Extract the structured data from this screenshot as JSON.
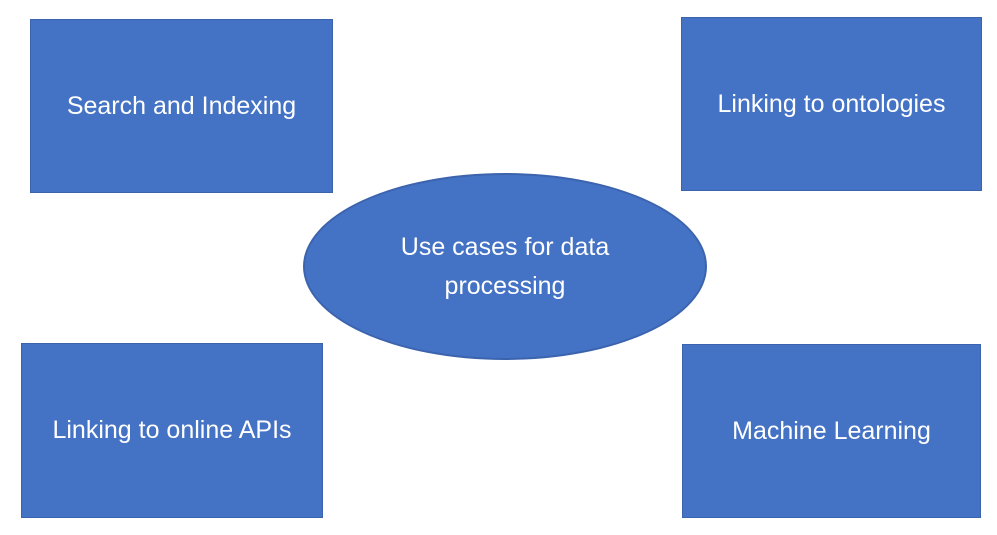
{
  "diagram": {
    "center": {
      "label": "Use cases for data processing",
      "lines": [
        "Use cases for data",
        "processing"
      ]
    },
    "nodes": [
      {
        "id": "search-and-indexing",
        "label": "Search and Indexing",
        "position": "top-left"
      },
      {
        "id": "linking-to-ontologies",
        "label": "Linking to ontologies",
        "position": "top-right"
      },
      {
        "id": "linking-to-online-apis",
        "label": "Linking to online APIs",
        "position": "bottom-left"
      },
      {
        "id": "machine-learning",
        "label": "Machine Learning",
        "position": "bottom-right"
      }
    ],
    "colors": {
      "shape_fill": "#4472C4",
      "shape_border": "#3C64AE",
      "text": "#FFFFFF",
      "background": "#FFFFFF"
    }
  }
}
